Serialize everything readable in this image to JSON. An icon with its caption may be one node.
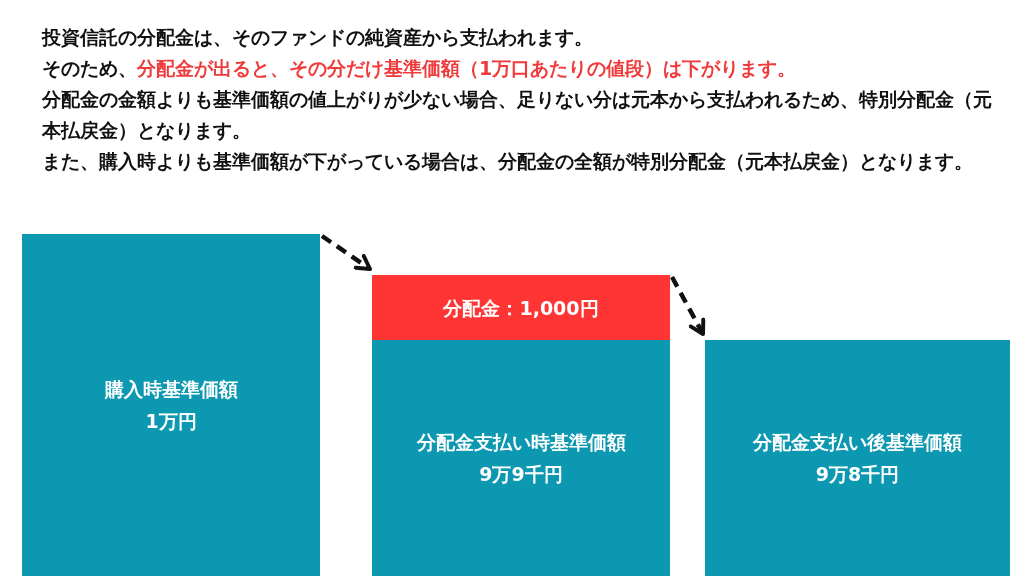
{
  "diagram": {
    "nodes": [
      {
        "text": [
          "購入時基準価額",
          "1万円"
        ]
      },
      {
        "text": [
          "分配金：1,000円"
        ]
      },
      {
        "text": [
          "分配金支払い時基準価額",
          "9万9千円"
        ]
      },
      {
        "text": [
          "分配金支払い後基準価額",
          "9万8千円"
        ]
      }
    ],
    "edges": [
      {
        "from": 0,
        "to": 1,
        "arrow": "to",
        "style": "dashed"
      },
      {
        "from": 1,
        "to": 3,
        "arrow": "to",
        "style": "dashed"
      }
    ],
    "labels": [
      "投資信託の分配金は、そのファンドの純資産から支払われます。",
      "そのため、",
      "分配金が出ると、その分だけ基準価額（1万口あたりの値段）は下がります。",
      "分配金の金額よりも基準価額の値上がりが少ない場合、足りない分は元本から支払われるため、特別分配金（元本払戻金）となります。",
      "また、購入時よりも基準価額が下がっている場合は、分配金の全額が特別分配金（元本払戻金）となります。"
    ]
  }
}
